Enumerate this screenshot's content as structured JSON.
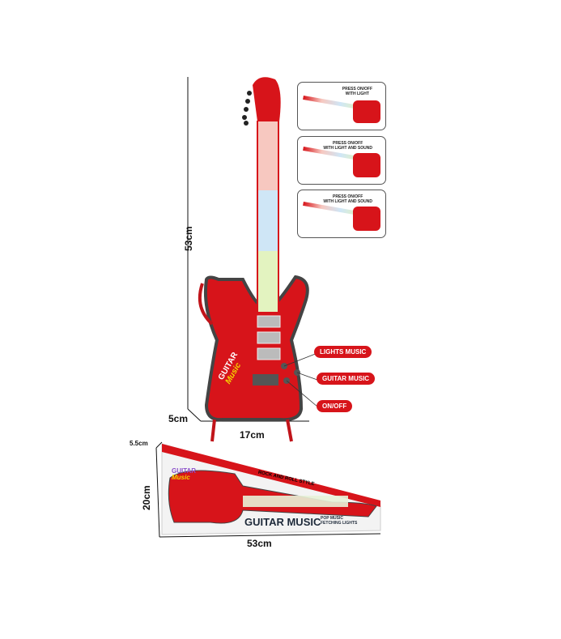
{
  "dimensions": {
    "guitar_height": "53cm",
    "guitar_depth": "5cm",
    "guitar_width": "17cm",
    "box_depth": "5.5cm",
    "box_height": "20cm",
    "box_length": "53cm"
  },
  "callouts": [
    "LIGHTS MUSIC",
    "GUITAR MUSIC",
    "ON/OFF"
  ],
  "insets": [
    {
      "line1": "PRESS ON/OFF",
      "line2": "WITH LIGHT"
    },
    {
      "line1": "PRESS ON/OFF",
      "line2": "WITH LIGHT AND SOUND"
    },
    {
      "line1": "PRESS ON/OFF",
      "line2": "WITH LIGHT AND SOUND"
    }
  ],
  "guitar_logo": {
    "line1": "GUITAR",
    "line2": "Music"
  },
  "box": {
    "title": "GUITAR MUSIC",
    "subtitle1": "POP MUSIC",
    "subtitle2": "FETCHING LIGHTS",
    "tagline": "ROCK AND ROLL STYLE",
    "logo1": "GUITAR",
    "logo2": "Music"
  },
  "colors": {
    "red": "#d7141a",
    "dark": "#3a3a3a"
  }
}
